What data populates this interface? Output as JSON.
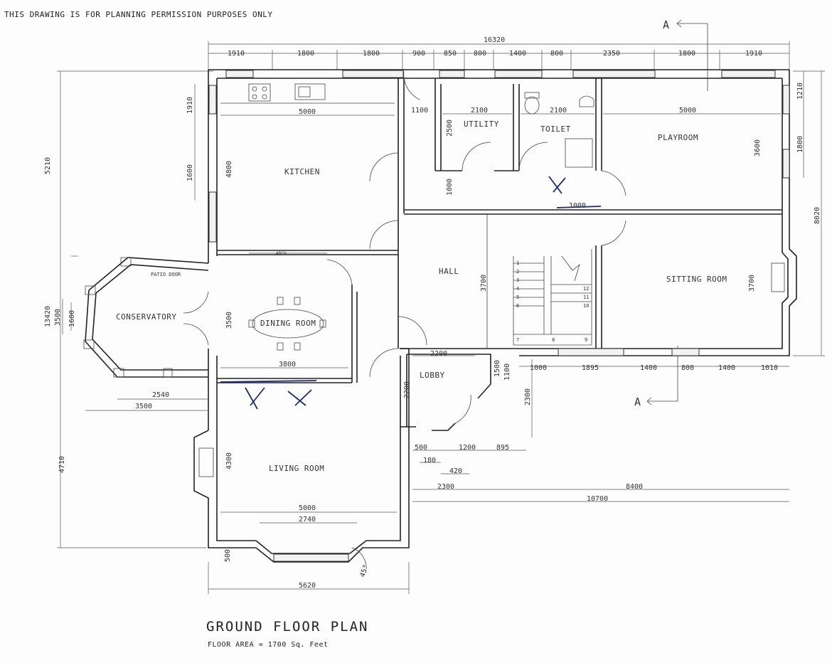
{
  "disclaimer": "THIS DRAWING IS FOR PLANNING PERMISSION PURPOSES ONLY",
  "title": "GROUND FLOOR PLAN",
  "floor_area": "FLOOR AREA = 1700 Sq. Feet",
  "section_markers": {
    "a_top": "A",
    "a_bottom": "A"
  },
  "rooms": {
    "kitchen": "KITCHEN",
    "utility": "UTILITY",
    "toilet": "TOILET",
    "playroom": "PLAYROOM",
    "hall": "HALL",
    "sitting_room": "SITTING ROOM",
    "conservatory": "CONSERVATORY",
    "dining_room": "DINING ROOM",
    "lobby": "LOBBY",
    "living_room": "LIVING ROOM",
    "patio_door": "PATIO DOOR",
    "arch": "ARCH"
  },
  "dims": {
    "overall_width": "16320",
    "top_chain": [
      "1910",
      "1800",
      "1800",
      "900",
      "850",
      "800",
      "1400",
      "800",
      "2350",
      "1800",
      "1910"
    ],
    "kitchen_w": "5000",
    "utility_w": "2100",
    "toilet_w": "2100",
    "playroom_w": "5000",
    "hall_1100": "1100",
    "utility_h": "2500",
    "hall_door_1000": "1000",
    "landing_1000": "1000",
    "left_1910": "1910",
    "left_1600": "1600",
    "kitchen_h": "4800",
    "left_5210": "5210",
    "overall_h": "13420",
    "cons_3500": "3500",
    "cons_1600": "1600",
    "dining_h": "3500",
    "dining_w": "3800",
    "hall_h": "3700",
    "playroom_h": "3600",
    "right_1210": "1210",
    "right_1800": "1800",
    "right_8020": "8020",
    "sitting_h": "3700",
    "rear_chain": [
      "1000",
      "1895",
      "1400",
      "800",
      "1400",
      "1010"
    ],
    "lobby_w": "2200",
    "lobby_h": "2200",
    "lobby_1500": "1500",
    "lobby_1100": "1100",
    "lobby_2300": "2300",
    "porch_500": "500",
    "porch_180": "180",
    "porch_1200": "1200",
    "porch_895": "895",
    "porch_420": "420",
    "bottom_2300": "2300",
    "bottom_8400": "8400",
    "bottom_10700": "10700",
    "cons_2540": "2540",
    "cons_3500b": "3500",
    "living_h": "4300",
    "left_4710": "4710",
    "living_w": "5000",
    "bay_2740": "2740",
    "bay_500": "500",
    "bay_45": "45°",
    "total_5620": "5620"
  },
  "stairs": {
    "left": [
      "1",
      "2",
      "3",
      "4",
      "5",
      "6",
      "7",
      "8",
      "9"
    ],
    "right": [
      "12",
      "11",
      "10"
    ]
  }
}
